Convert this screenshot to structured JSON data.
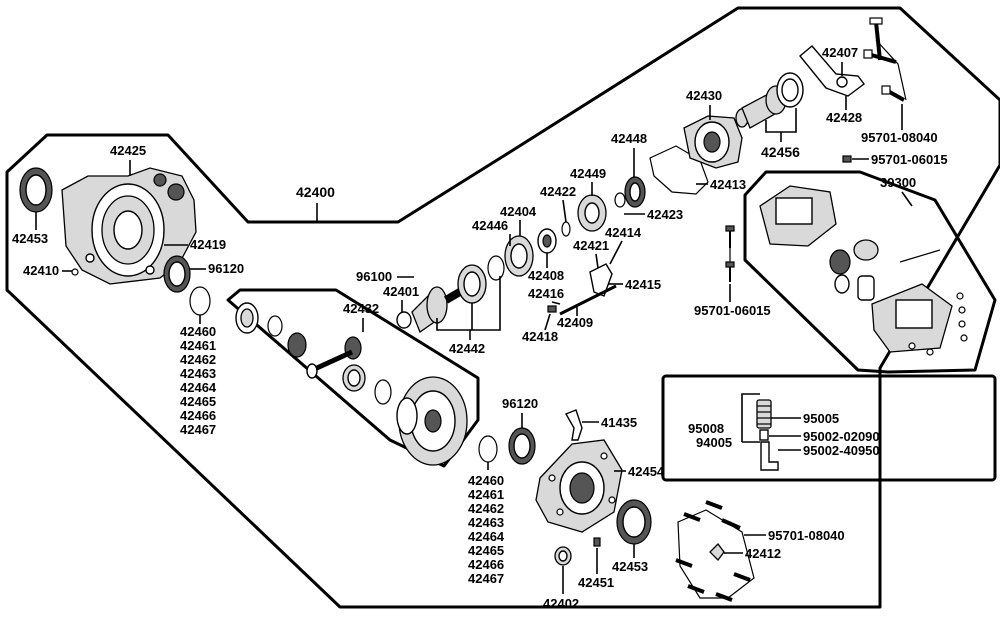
{
  "labels": {
    "assembly_main": "42400",
    "housing_left": "42425",
    "seal_left_top": "42453",
    "part_42419": "42419",
    "part_42410": "42410",
    "part_96120_top": "96120",
    "shim_set_top": [
      "42460",
      "42461",
      "42462",
      "42463",
      "42464",
      "42465",
      "42466",
      "42467"
    ],
    "part_42432": "42432",
    "part_42401": "42401",
    "part_96100": "96100",
    "part_42442": "42442",
    "part_42446": "42446",
    "part_42404": "42404",
    "part_42408": "42408",
    "part_42422": "42422",
    "part_42449": "42449",
    "part_42448": "42448",
    "part_42423": "42423",
    "part_42421": "42421",
    "part_42414": "42414",
    "part_42415": "42415",
    "part_42416": "42416",
    "part_42409": "42409",
    "part_42418": "42418",
    "part_42413": "42413",
    "part_42430": "42430",
    "part_42456": "42456",
    "part_42407": "42407",
    "part_42428": "42428",
    "bolt_top": "95701-08040",
    "screw_top": "95701-06015",
    "module": "39300",
    "screw_side": "95701-06015",
    "part_96120_bottom": "96120",
    "part_41435": "41435",
    "part_42454": "42454",
    "shim_set_bottom": [
      "42460",
      "42461",
      "42462",
      "42463",
      "42464",
      "42465",
      "42466",
      "42467"
    ],
    "part_42402": "42402",
    "part_42451": "42451",
    "seal_bottom": "42453",
    "bolt_bottom": "95701-08040",
    "part_42412": "42412",
    "hose_items": {
      "part_95005": "95005",
      "part_95008": "95008",
      "part_94005": "94005",
      "part_95002_a": "95002-02090",
      "part_95002_b": "95002-40950"
    }
  }
}
